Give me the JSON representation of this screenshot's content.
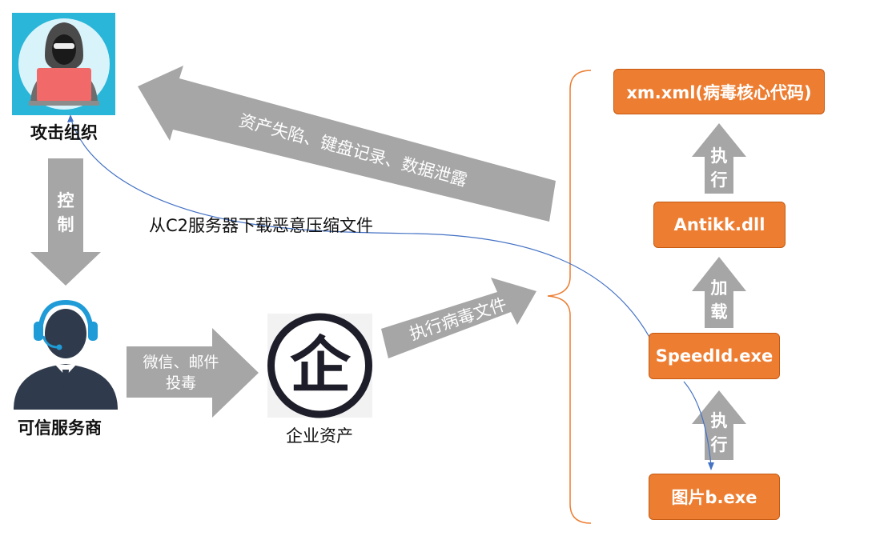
{
  "nodes": {
    "attacker": "攻击组织",
    "provider": "可信服务商",
    "enterprise": "企业资产",
    "enterprise_glyph": "企",
    "xm": "xm.xml(病毒核心代码)",
    "antikk": "Antikk.dll",
    "speedld": "SpeedId.exe",
    "tupian": "图片b.exe"
  },
  "arrows": {
    "control_1": "控",
    "control_2": "制",
    "wechat_1": "微信、邮件",
    "wechat_2": "投毒",
    "execute_virus": "执行病毒文件",
    "data_leak": "资产失陷、键盘记录、数据泄露",
    "exec_a_1": "执",
    "exec_a_2": "行",
    "load_1": "加",
    "load_2": "载",
    "exec_b_1": "执",
    "exec_b_2": "行"
  },
  "c2_download": "从C2服务器下载恶意压缩文件",
  "colors": {
    "orange": "#ED7D31",
    "gray_arrow": "#A6A6A6",
    "blue_line": "#4472C4",
    "navy": "#2F3B4C"
  }
}
